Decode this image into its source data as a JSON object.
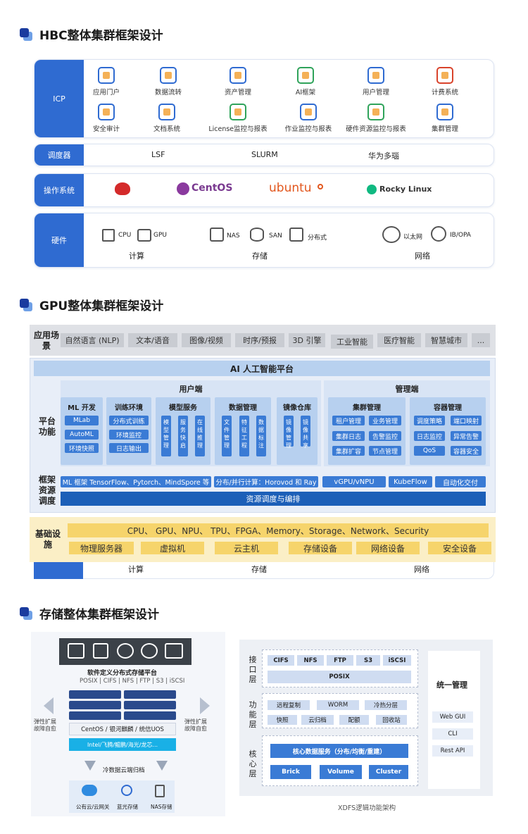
{
  "hbc": {
    "title": "HBC整体集群框架设计",
    "icp": {
      "label": "ICP",
      "items": [
        "应用门户",
        "数据流转",
        "资产管理",
        "AI框架",
        "用户管理",
        "计费系统",
        "安全审计",
        "文档系统",
        "License监控与报表",
        "作业监控与报表",
        "硬件资源监控与报表",
        "集群管理"
      ]
    },
    "scheduler": {
      "label": "调度器",
      "items": [
        "LSF",
        "SLURM",
        "华为多瑙"
      ]
    },
    "os": {
      "label": "操作系统",
      "items": [
        "CentOS",
        "ubuntu",
        "Rocky Linux"
      ]
    },
    "hardware": {
      "label": "硬件",
      "compute": [
        "CPU",
        "GPU"
      ],
      "storage": [
        "NAS",
        "SAN",
        "分布式"
      ],
      "network": [
        "以太网",
        "IB/OPA"
      ],
      "group_compute": "计算",
      "group_storage": "存储",
      "group_network": "网络"
    }
  },
  "gpu": {
    "title": "GPU整体集群框架设计",
    "scene_label": "应用场景",
    "scenes": [
      "自然语言 (NLP)",
      "文本/语音",
      "图像/视频",
      "时序/预报",
      "3D 引擎",
      "工业智能",
      "医疗智能",
      "智慧城市",
      "..."
    ],
    "platform": "AI 人工智能平台",
    "func_label": "平台功能",
    "user_side": "用户端",
    "admin_side": "管理端",
    "ml": {
      "title": "ML 开发",
      "items": [
        "MLab",
        "AutoML",
        "环境快照"
      ]
    },
    "train": {
      "title": "训练环境",
      "items": [
        "分布式训练",
        "环境监控",
        "日志输出"
      ]
    },
    "model": {
      "title": "模型服务",
      "items": [
        "模型管理",
        "服务快启",
        "在线推理"
      ]
    },
    "data": {
      "title": "数据管理",
      "items": [
        "文件管理",
        "特征工程",
        "数据标注"
      ]
    },
    "image": {
      "title": "镜像仓库",
      "items": [
        "镜像管理",
        "镜像共享"
      ]
    },
    "cluster": {
      "title": "集群管理",
      "items": [
        "租户管理",
        "业务管理",
        "集群日志",
        "告警监控",
        "集群扩容",
        "节点管理"
      ]
    },
    "container": {
      "title": "容器管理",
      "items": [
        "调度策略",
        "端口映射",
        "日志监控",
        "异常告警",
        "QoS",
        "容器安全"
      ]
    },
    "frame_label": "框架资源调度",
    "frame_items": [
      "ML 框架 TensorFlow、Pytorch、MindSpore 等",
      "分布/并行计算：Horovod 和 Ray",
      "vGPU/vNPU",
      "KubeFlow",
      "自动化交付"
    ],
    "resource": "资源调度与编排",
    "infra_label": "基础设施",
    "infra_line": "CPU、 GPU、NPU、 TPU、FPGA、Memory、Storage、Network、Security",
    "infra_items": [
      "物理服务器",
      "虚拟机",
      "云主机",
      "存储设备",
      "网络设备",
      "安全设备"
    ],
    "bottom": [
      "计算",
      "存储",
      "网络"
    ]
  },
  "storage": {
    "title": "存储整体集群框架设计",
    "platform": "软件定义分布式存储平台",
    "protocols": "POSIX | CIFS | NFS | FTP | S3 | iSCSI",
    "os_line": "CentOS / 银河麒麟 / 统信UOS",
    "cpu_line": "Intel/飞腾/鲲鹏/海光/龙芯...",
    "left_note": [
      "弹性扩展",
      "故障自愈"
    ],
    "right_note": [
      "弹性扩展",
      "故障自愈"
    ],
    "archive": "冷数据云端归档",
    "targets": [
      "公有云/云网关",
      "蓝光存储",
      "NAS存储"
    ],
    "iface_label": "接口层",
    "iface": [
      "CIFS",
      "NFS",
      "FTP",
      "S3",
      "iSCSI"
    ],
    "posix": "POSIX",
    "func_label": "功能层",
    "funcs": [
      "远程复制",
      "WORM",
      "冷热分层",
      "快照",
      "云归档",
      "配额",
      "回收站"
    ],
    "core_label": "核心层",
    "core": "核心数据服务（分布/均衡/重建）",
    "core_items": [
      "Brick",
      "Volume",
      "Cluster"
    ],
    "mgmt": "统一管理",
    "mgmt_items": [
      "Web GUI",
      "CLI",
      "Rest API"
    ],
    "caption": "XDFS逻辑功能架构"
  }
}
